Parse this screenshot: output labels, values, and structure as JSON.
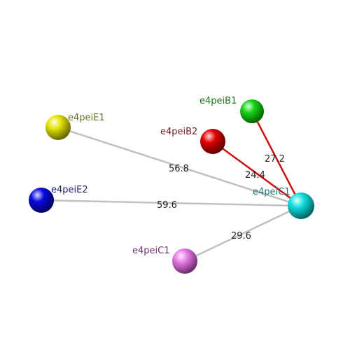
{
  "nodes": [
    {
      "id": "e4peiE1",
      "label": "e4peiE1",
      "color": "#e3e30a",
      "label_color": "#6e6e28"
    },
    {
      "id": "e4peiB1",
      "label": "e4peiB1",
      "color": "#17d317",
      "label_color": "#1f6e1f"
    },
    {
      "id": "e4peiB2",
      "label": "e4peiB2",
      "color": "#e00000",
      "label_color": "#6b1d1d"
    },
    {
      "id": "e4peiE2",
      "label": "e4peiE2",
      "color": "#0a0ae0",
      "label_color": "#23236b"
    },
    {
      "id": "e4peiC1",
      "label": "e4peiC1",
      "color": "#11dede",
      "label_color": "#237070"
    },
    {
      "id": "e4peiC1b",
      "label": "e4peiC1",
      "color": "#e67ae6",
      "label_color": "#6b346b"
    }
  ],
  "edges": [
    {
      "from": "e4peiE1",
      "to": "e4peiC1",
      "label": "56.8",
      "color": "#c0c0c0"
    },
    {
      "from": "e4peiE2",
      "to": "e4peiC1",
      "label": "59.6",
      "color": "#c0c0c0"
    },
    {
      "from": "e4peiC1b",
      "to": "e4peiC1",
      "label": "29.6",
      "color": "#c0c0c0"
    },
    {
      "from": "e4peiB2",
      "to": "e4peiC1",
      "label": "24.4",
      "color": "#cc1010"
    },
    {
      "from": "e4peiB1",
      "to": "e4peiC1",
      "label": "27.2",
      "color": "#cc1010"
    }
  ]
}
